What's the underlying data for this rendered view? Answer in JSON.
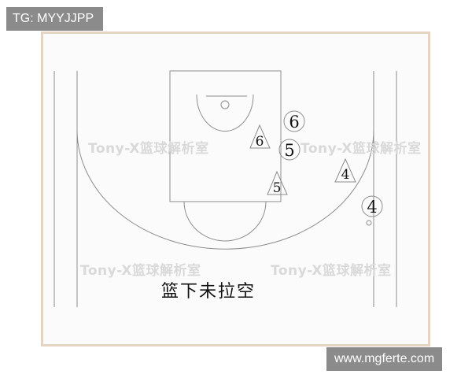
{
  "overlay": {
    "top_left_label": "TG: MYYJJPP",
    "bottom_right_label": "www.mgferte.com"
  },
  "watermarks": [
    "Tony-X篮球解析室",
    "Tony-X篮球解析室",
    "Tony-X篮球解析室",
    "Tony-X篮球解析室"
  ],
  "diagram": {
    "title": "篮下未拉空",
    "offense_players": [
      "6",
      "5",
      "4"
    ],
    "defense_players": [
      "6",
      "5",
      "4"
    ]
  },
  "colors": {
    "frame_border": "#e6d4c3",
    "court_lines": "#8d8d8d",
    "label_background": "#8b8b8b"
  }
}
